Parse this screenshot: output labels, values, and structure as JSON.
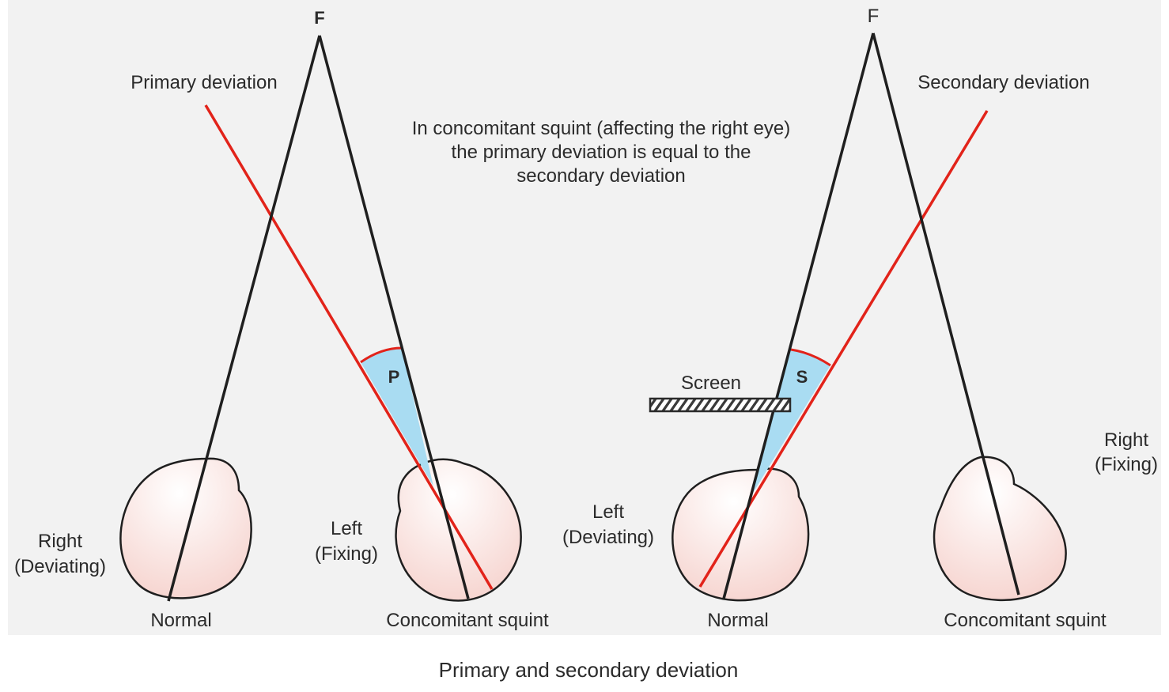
{
  "figure": {
    "caption": "Primary and secondary deviation",
    "note_lines": [
      "In concomitant squint (affecting the right eye)",
      "the primary deviation is equal to the",
      "secondary deviation"
    ]
  },
  "left_panel": {
    "fixation_label": "F",
    "deviation_label": "Primary deviation",
    "angle_label": "P",
    "right_eye_label": [
      "Right",
      "(Deviating)"
    ],
    "left_eye_label": [
      "Left",
      "(Fixing)"
    ],
    "left_eye_caption": "Normal",
    "right_eye_caption": "Concomitant squint"
  },
  "right_panel": {
    "fixation_label": "F",
    "deviation_label": "Secondary deviation",
    "angle_label": "S",
    "screen_label": "Screen",
    "left_eye_label": [
      "Left",
      "(Deviating)"
    ],
    "right_eye_label": [
      "Right",
      "(Fixing)"
    ],
    "left_eye_caption": "Normal",
    "right_eye_caption": "Concomitant squint"
  },
  "colors": {
    "visual_axis": "#1f1f1f",
    "deviation_line": "#e2231a",
    "angle_fill": "#a9dcf2",
    "eye_fill": "#fbe3df"
  }
}
